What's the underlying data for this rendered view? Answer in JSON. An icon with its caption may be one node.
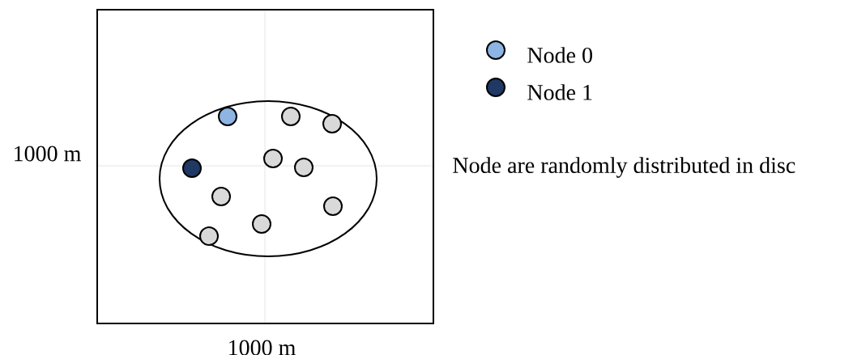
{
  "diagram": {
    "labels": [
      "1000 m",
      "Node are randomly distributed in disc",
      "1000 m"
    ],
    "legend": [
      {
        "text": "Node 0",
        "color": "#8db4e2"
      },
      {
        "text": "Node 1",
        "color": "#1f3864"
      }
    ]
  }
}
